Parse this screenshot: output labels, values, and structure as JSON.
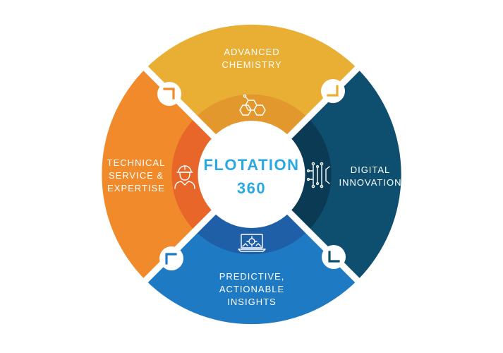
{
  "center": {
    "line1": "FLOTATION",
    "line2": "360"
  },
  "segments": {
    "top": {
      "line1": "ADVANCED",
      "line2": "CHEMISTRY",
      "color_outer": "#e9ae34",
      "color_inner": "#e3982e",
      "icon": "molecule-icon"
    },
    "right": {
      "line1": "DIGITAL",
      "line2": "INNOVATION",
      "color_outer": "#0e4f70",
      "color_inner": "#0b3a55",
      "icon": "circuit-icon"
    },
    "bottom": {
      "line1": "PREDICTIVE,",
      "line2": "ACTIONABLE",
      "line3": "INSIGHTS",
      "color_outer": "#1f7ac4",
      "color_inner": "#1f5fa8",
      "icon": "laptop-gear-icon"
    },
    "left": {
      "line1": "TECHNICAL",
      "line2": "SERVICE &",
      "line3": "EXPERTISE",
      "color_outer": "#f08a2a",
      "color_inner": "#e8662a",
      "icon": "engineer-hardhat-icon"
    }
  },
  "colors": {
    "center_text": "#29a9e0",
    "divider": "#ffffff",
    "connector_top_left": "#f08a2a",
    "connector_top_right": "#e9ae34",
    "connector_bottom_right": "#0e4f70",
    "connector_bottom_left": "#1f7ac4"
  }
}
